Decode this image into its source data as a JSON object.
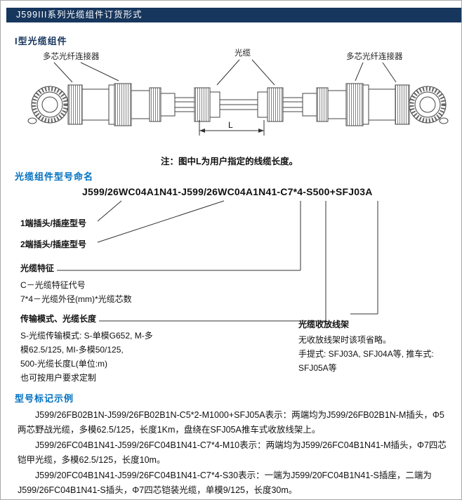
{
  "page": {
    "header_title": "J599III系列光缆组件订货形式",
    "section1_title": "I型光缆组件",
    "note": "注：图中L为用户指定的线缆长度。",
    "section2_title": "光缆组件型号命名",
    "section3_title": "型号标记示例"
  },
  "colors": {
    "header_bar": "#17365d",
    "heading_blue": "#0070c0"
  },
  "diagram": {
    "label_left_connector": "多芯光纤连接器",
    "label_cable": "光缆",
    "label_right_connector": "多芯光纤连接器",
    "dimension_label": "L"
  },
  "part_number": {
    "full": "J599/26WC04A1N41-J599/26WC04A1N41-C7*4-S500+SFJ03A",
    "callout1_label": "1端插头/插座型号",
    "callout2_label": "2端插头/插座型号",
    "callout3_label": "光缆特征",
    "callout3_details": [
      "C－光缆特征代号",
      "7*4－光缆外径(mm)*光缆芯数"
    ],
    "callout4_label": "传输模式、光缆长度",
    "callout4_details": [
      "S-光缆传输模式: S-单模G652, M-多",
      "模62.5/125, MI-多模50/125,",
      "500-光缆长度L(单位:m)",
      "也可按用户要求定制"
    ],
    "callout5_label": "光缆收放线架",
    "callout5_details": [
      "无收放线架时该项省略。",
      "手提式: SFJ03A, SFJ04A等, 推车式:",
      "SFJ05A等"
    ]
  },
  "examples": [
    "J599/26FB02B1N-J599/26FB02B1N-C5*2-M1000+SFJ05A表示：两端均为J599/26FB02B1N-M插头，Φ5两芯野战光缆，多模62.5/125，长度1Km，盘绕在SFJ05A推车式收放线架上。",
    "J599/26FC04B1N41-J599/26FC04B1N41-C7*4-M10表示：两端均为J599/26FC04B1N41-M插头，Φ7四芯铠甲光缆，多模62.5/125，长度10m。",
    "J599/20FC04B1N41-J599/26FC04B1N41-C7*4-S30表示：一端为J599/20FC04B1N41-S插座，二端为J599/26FC04B1N41-S插头，Φ7四芯铠装光缆，单模9/125，长度30m。"
  ]
}
